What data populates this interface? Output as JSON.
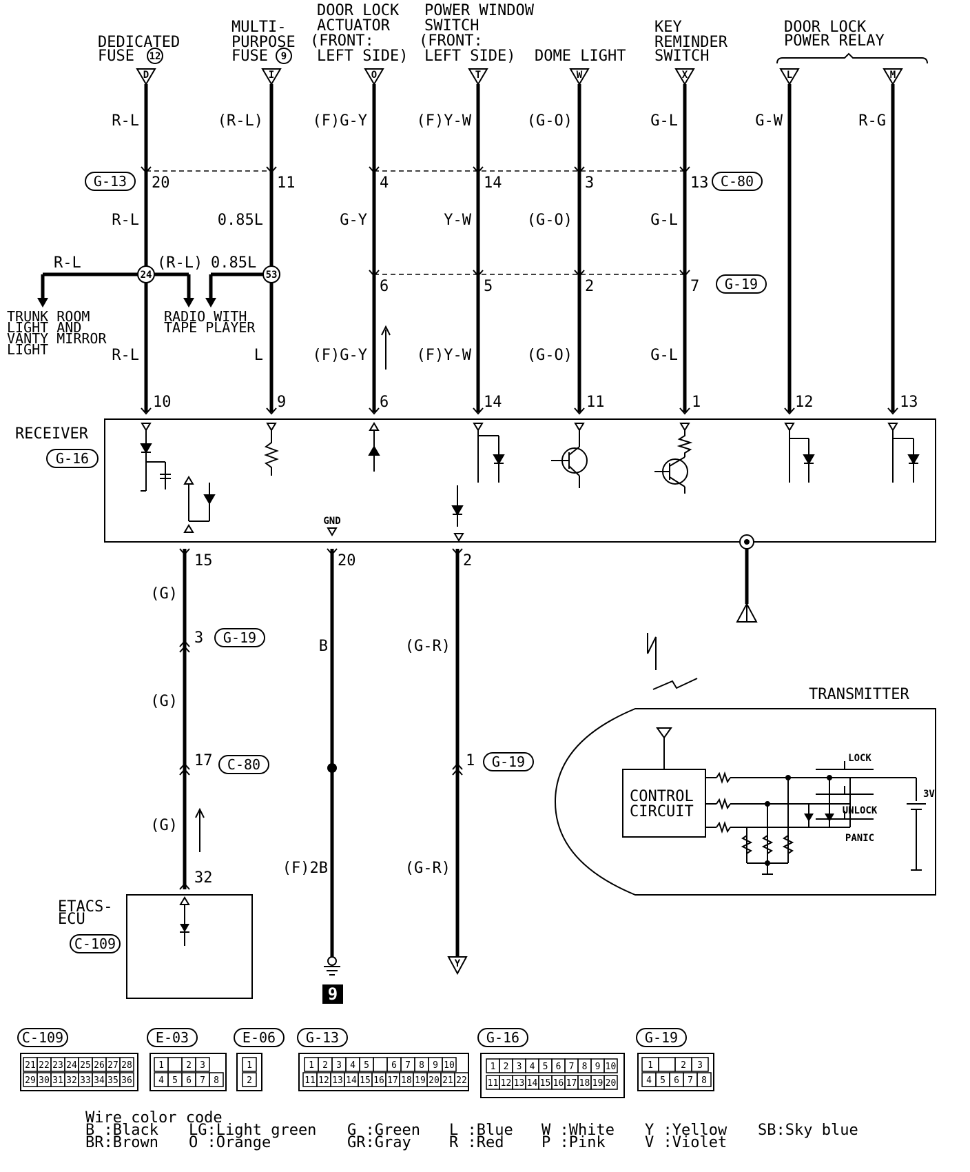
{
  "top_labels": {
    "dedicated_fuse": [
      "DEDICATED",
      "FUSE"
    ],
    "dedicated_fuse_no": "12",
    "multi_fuse": [
      "MULTI-",
      "PURPOSE",
      "FUSE"
    ],
    "multi_fuse_no": "9",
    "door_lock_actuator": [
      "DOOR LOCK",
      "ACTUATOR",
      "(FRONT:",
      "LEFT SIDE)"
    ],
    "power_window_switch": [
      "POWER WINDOW",
      "SWITCH",
      "(FRONT:",
      "LEFT SIDE)"
    ],
    "dome_light": "DOME LIGHT",
    "key_reminder": [
      "KEY",
      "REMINDER",
      "SWITCH"
    ],
    "door_lock_relay": [
      "DOOR LOCK",
      "POWER RELAY"
    ]
  },
  "columns": [
    {
      "id": "fuse12",
      "term": "D",
      "w1": "R-L",
      "p1": "20",
      "w2": "R-L",
      "w3": "R-L",
      "rp": "10"
    },
    {
      "id": "fuse9",
      "term": "I",
      "w1": "(R-L)",
      "p1": "11",
      "w2": "0.85L",
      "w3": "L",
      "rp": "9"
    },
    {
      "id": "dla",
      "term": "O",
      "w1": "(F)G-Y",
      "p1": "4",
      "w2": "G-Y",
      "p2": "6",
      "w3": "(F)G-Y",
      "rp": "6"
    },
    {
      "id": "pws",
      "term": "T",
      "w1": "(F)Y-W",
      "p1": "14",
      "w2": "Y-W",
      "p2": "5",
      "w3": "(F)Y-W",
      "rp": "14"
    },
    {
      "id": "dome",
      "term": "W",
      "w1": "(G-O)",
      "p1": "3",
      "w2": "(G-O)",
      "p2": "2",
      "w3": "(G-O)",
      "rp": "11"
    },
    {
      "id": "key",
      "term": "X",
      "w1": "G-L",
      "p1": "13",
      "w2": "G-L",
      "p2": "7",
      "w3": "G-L",
      "rp": "1"
    },
    {
      "id": "relayL",
      "term": "L",
      "w1": "G-W",
      "rp": "12"
    },
    {
      "id": "relayM",
      "term": "M",
      "w1": "R-G",
      "rp": "13"
    }
  ],
  "connectors": {
    "g13": "G-13",
    "c80": "C-80",
    "g19": "G-19",
    "g16": "G-16",
    "c109": "C-109"
  },
  "splices": {
    "s24": "24",
    "s53": "53",
    "branch_rl": "R-L",
    "branch_rl2": "(R-L)",
    "branch_085": "0.85L"
  },
  "branch_dest": {
    "trunk": [
      "TRUNK ROOM",
      "LIGHT AND",
      "VANTY MIRROR",
      "LIGHT"
    ],
    "radio": [
      "RADIO WITH",
      "TAPE PLAYER"
    ]
  },
  "receiver": {
    "label": "RECEIVER",
    "gnd": "GND"
  },
  "lower": {
    "p15": "15",
    "g1": "(G)",
    "p3": "3",
    "g2": "(G)",
    "p17": "17",
    "g3": "(G)",
    "p32": "32",
    "p20": "20",
    "b": "B",
    "f2b": "(F)2B",
    "ground_no": "9",
    "p2": "2",
    "gr1": "(G-R)",
    "p1": "1",
    "gr2": "(G-R)",
    "term_y": "Y"
  },
  "etacs": {
    "label": [
      "ETACS-",
      "ECU"
    ]
  },
  "transmitter": {
    "label": "TRANSMITTER",
    "control": [
      "CONTROL",
      "CIRCUIT"
    ],
    "lock": "LOCK",
    "unlock": "UNLOCK",
    "panic": "PANIC",
    "voltage": "3V"
  },
  "conn_faces": [
    {
      "name": "C-109"
    },
    {
      "name": "E-03"
    },
    {
      "name": "E-06"
    },
    {
      "name": "G-13"
    },
    {
      "name": "G-16"
    },
    {
      "name": "G-19"
    }
  ],
  "conn_pins": {
    "c109_top": [
      "21",
      "22",
      "23",
      "24",
      "25",
      "26",
      "27",
      "28"
    ],
    "c109_bot": [
      "29",
      "30",
      "31",
      "32",
      "33",
      "34",
      "35",
      "36"
    ],
    "e03_top": [
      "1",
      "",
      "2",
      "3"
    ],
    "e03_bot": [
      "4",
      "5",
      "6",
      "7",
      "8"
    ],
    "e06": [
      "1",
      "2"
    ],
    "g13_top": [
      "1",
      "2",
      "3",
      "4",
      "5",
      "",
      "6",
      "7",
      "8",
      "9",
      "10"
    ],
    "g13_bot": [
      "11",
      "12",
      "13",
      "14",
      "15",
      "16",
      "17",
      "18",
      "19",
      "20",
      "21",
      "22"
    ],
    "g16_top": [
      "1",
      "2",
      "3",
      "4",
      "5",
      "6",
      "7",
      "8",
      "9",
      "10"
    ],
    "g16_bot": [
      "11",
      "12",
      "13",
      "14",
      "15",
      "16",
      "17",
      "18",
      "19",
      "20"
    ],
    "g19_top": [
      "1",
      "",
      "2",
      "3"
    ],
    "g19_bot": [
      "4",
      "5",
      "6",
      "7",
      "8"
    ]
  },
  "legend": {
    "title": "Wire color code",
    "items": [
      [
        "B :Black",
        "LG:Light green",
        "G :Green",
        "L :Blue",
        "W :White",
        "Y :Yellow",
        "SB:Sky blue"
      ],
      [
        "BR:Brown",
        "O :Orange",
        "GR:Gray",
        "R :Red",
        "P :Pink",
        "V :Violet",
        ""
      ]
    ]
  }
}
